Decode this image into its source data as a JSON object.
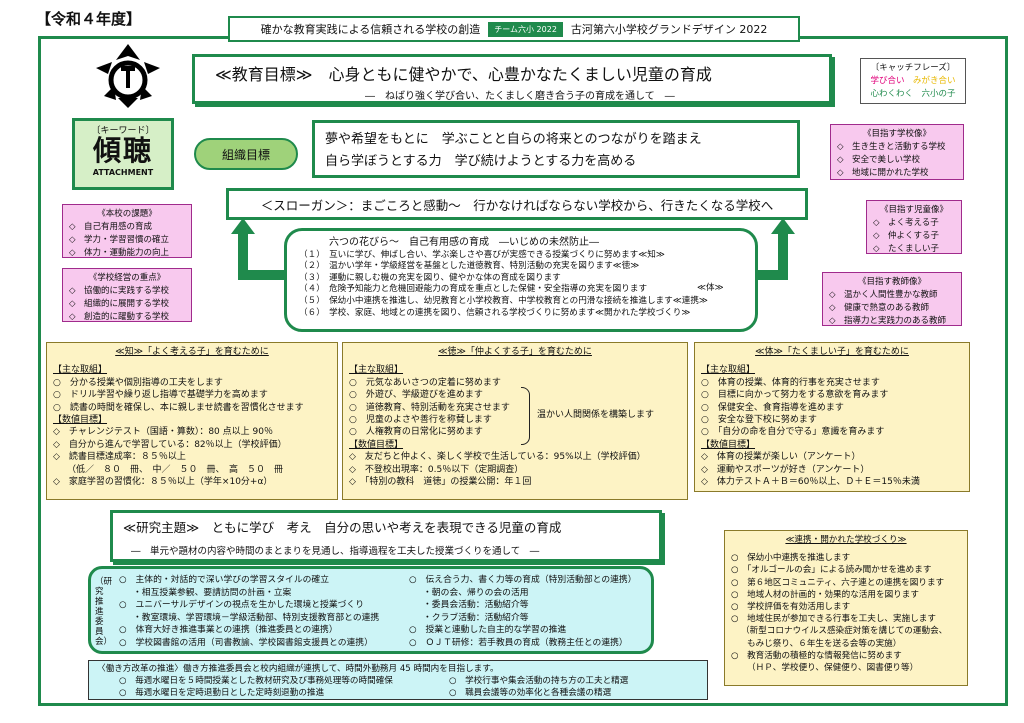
{
  "year_label": "【令和４年度】",
  "header": {
    "left": "確かな教育実践による信頼される学校の創造",
    "badge": "チーム六小 2022",
    "right": "古河第六小学校グランドデザイン 2022"
  },
  "goal": {
    "title": "≪教育目標≫　心身ともに健やかで、心豊かなたくましい児童の育成",
    "sub": "―　ねばり強く学び合い、たくましく磨き合う子の育成を通して　―"
  },
  "catch": {
    "title": "〔キャッチフレーズ〕",
    "w1": "学び合い",
    "w2": "みがき合い",
    "w3": "心わくわく",
    "w4": "六小の子"
  },
  "keyword": {
    "title": "〔キーワード〕",
    "main": "傾聴",
    "en": "ATTACHMENT"
  },
  "org": {
    "label": "組織目標",
    "line1": "夢や希望をもとに　学ぶことと自らの将来とのつながりを踏まえ",
    "line2": "自ら学ぼうとする力　学び続けようとする力を高める"
  },
  "school_aim": {
    "title": "《目指す学校像》",
    "items": [
      "◇　生き生きと活動する学校",
      "◇　安全で美しい学校",
      "◇　地域に開かれた学校"
    ]
  },
  "slogan": "＜スローガン＞：まごころと感動～　行かなければならない学校から、行きたくなる学校へ",
  "issues": {
    "title": "《本校の課題》",
    "items": [
      "◇　自己有用感の育成",
      "◇　学力・学習習慣の確立",
      "◇　体力・運動能力の向上"
    ]
  },
  "points": {
    "title": "《学校経営の重点》",
    "items": [
      "◇　協働的に実践する学校",
      "◇　組織的に展開する学校",
      "◇　創造的に躍動する学校"
    ]
  },
  "child_aim": {
    "title": "《目指す児童像》",
    "items": [
      "◇　よく考える子",
      "◇　仲よくする子",
      "◇　たくましい子"
    ]
  },
  "teacher_aim": {
    "title": "《目指す教師像》",
    "items": [
      "◇　温かく人間性豊かな教師",
      "◇　健康で熱意のある教師",
      "◇　指導力と実践力のある教師"
    ]
  },
  "petals": {
    "title": "六つの花びら～　自己有用感の育成　―いじめの未然防止―",
    "items": [
      "（１）　互いに学び、伸ばし合い、学ぶ楽しさや喜びが実感できる授業づくりに努めます≪知≫",
      "（２）　温かい学年・学級経営を基盤とした道徳教育、特別活動の充実を図ります≪徳≫",
      "（３）　運動に親しむ機の充実を図り、健やかな体の育成を図ります",
      "（４）　危険予知能力と危機回避能力の育成を重点とした保健・安全指導の充実を図ります",
      "（５）　保幼小中連携を推進し、幼児教育と小学校教育、中学校教育との円滑な接続を推進します≪連携≫",
      "（６）　学校、家庭、地域との連携を図り、信頼される学校づくりに努めます≪開かれた学校づくり≫"
    ],
    "body_label": "≪体≫"
  },
  "chi": {
    "title": "≪知≫「よく考える子」を育むために",
    "sec1": "【主な取組】",
    "items1": [
      "○　分かる授業や個別指導の工夫をします",
      "○　ドリル学習や繰り返し指導で基礎学力を高めます",
      "○　読書の時間を確保し、本に親しませ読書を習慣化させます"
    ],
    "sec2": "【数値目標】",
    "items2": [
      "◇　チャレンジテスト（国語・算数）：80 点以上 90％",
      "◇　自分から進んで学習している：82％以上（学校評価）",
      "◇　読書目標達成率：８５％以上",
      "（低／　８０　冊、　中／　５０　冊、　高　５０　冊",
      "◇　家庭学習の習慣化：８５％以上（学年×10分+α）"
    ]
  },
  "toku": {
    "title": "≪徳≫「仲よくする子」を育むために",
    "sec1": "【主な取組】",
    "items1": [
      "○　元気なあいさつの定着に努めます",
      "○　外遊び、学級遊びを進めます",
      "○　道徳教育、特別活動を充実させます",
      "○　児童のよさや善行を称賛します",
      "○　人権教育の日常化に努めます"
    ],
    "brace_label": "温かい人間関係を構築します",
    "sec2": "【数値目標】",
    "items2": [
      "◇　友だちと仲よく、楽しく学校で生活している：95%以上（学校評価）",
      "◇　不登校出現率：0.5％以下（定期調査）",
      "◇　「特別の教科　道徳」の授業公開：年１回"
    ]
  },
  "tai": {
    "title": "≪体≫「たくましい子」を育むために",
    "sec1": "【主な取組】",
    "items1": [
      "○　体育の授業、体育的行事を充実させます",
      "○　目標に向かって努力をする意欲を育みます",
      "○　保健安全、食育指導を進めます",
      "○　安全な登下校に努めます",
      "○　「自分の命を自分で守る」意識を育みます"
    ],
    "sec2": "【数値目標】",
    "items2": [
      "◇　体育の授業が楽しい（アンケート）",
      "◇　運動やスポーツが好き（アンケート）",
      "◇　体力テストＡ＋Ｂ＝60％以上、Ｄ＋Ｅ＝15％未満"
    ]
  },
  "research": {
    "title": "≪研究主題≫　ともに学び　考え　自分の思いや考えを表現できる児童の育成",
    "sub": "―　単元や題材の内容や時間のまとまりを見通し、指導過程を工夫した授業づくりを通して　―"
  },
  "committee": {
    "label": "（研究推進委員会）",
    "left": [
      "○　主体的・対話的で深い学びの学習スタイルの確立",
      "・相互授業参観、要請訪問の計画・立案",
      "○　ユニバーサルデザインの視点を生かした環境と授業づくり",
      "・教室環境、学習環境－学級活動部、特別支援教育部との連携",
      "○　体育大好き推進事業との連携（推進委員との連携）",
      "○　学校図書館の活用（司書教諭、学校図書館支援員との連携）"
    ],
    "right": [
      "○　伝え合う力、書く力等の育成（特別活動部との連携）",
      "・朝の会、帰りの会の活用",
      "・委員会活動：活動紹介等",
      "・クラブ活動：活動紹介等",
      "○　授業と連動した自主的な学習の推進",
      "○　ＯＪＴ研修：若手教員の育成（教務主任との連携）"
    ]
  },
  "renkei": {
    "title": "≪連携・開かれた学校づくり≫",
    "items": [
      "○　保幼小中連携を推進します",
      "○　「オルゴールの会」による読み聞かせを進めます",
      "○　第６地区コミュニティ、六子連との連携を図ります",
      "○　地域人材の計画的・効果的な活用を図ります",
      "○　学校評価を有効活用します",
      "○　地域住民が参加できる行事を工夫し、実施します",
      "（新型コロナウイルス感染症対策を講じての運動会、",
      "もみじ祭り、６年生を送る会等の実施）",
      "○　教育活動の積極的な情報発信に努めます",
      "（ＨＰ、学校便り、保健便り、図書便り等）"
    ]
  },
  "workstyle": {
    "title": "〈働き方改革の推進〉働き方推進委員会と校内組織が連携して、時間外勤務月 45 時間内を目指します。",
    "left": [
      "○　毎週水曜日を５時間授業とした教材研究及び事務処理等の時間確保",
      "○　毎週水曜日を定時退勤日とした定時刻退勤の推進"
    ],
    "right": [
      "○　学校行事や集会活動の持ち方の工夫と精選",
      "○　職員会議等の効率化と各種会議の精選"
    ]
  },
  "colors": {
    "green": "#1f8a4c",
    "pink": "#f8c9ee",
    "yellow": "#fdf3c5",
    "cyan": "#ccf4f6"
  }
}
